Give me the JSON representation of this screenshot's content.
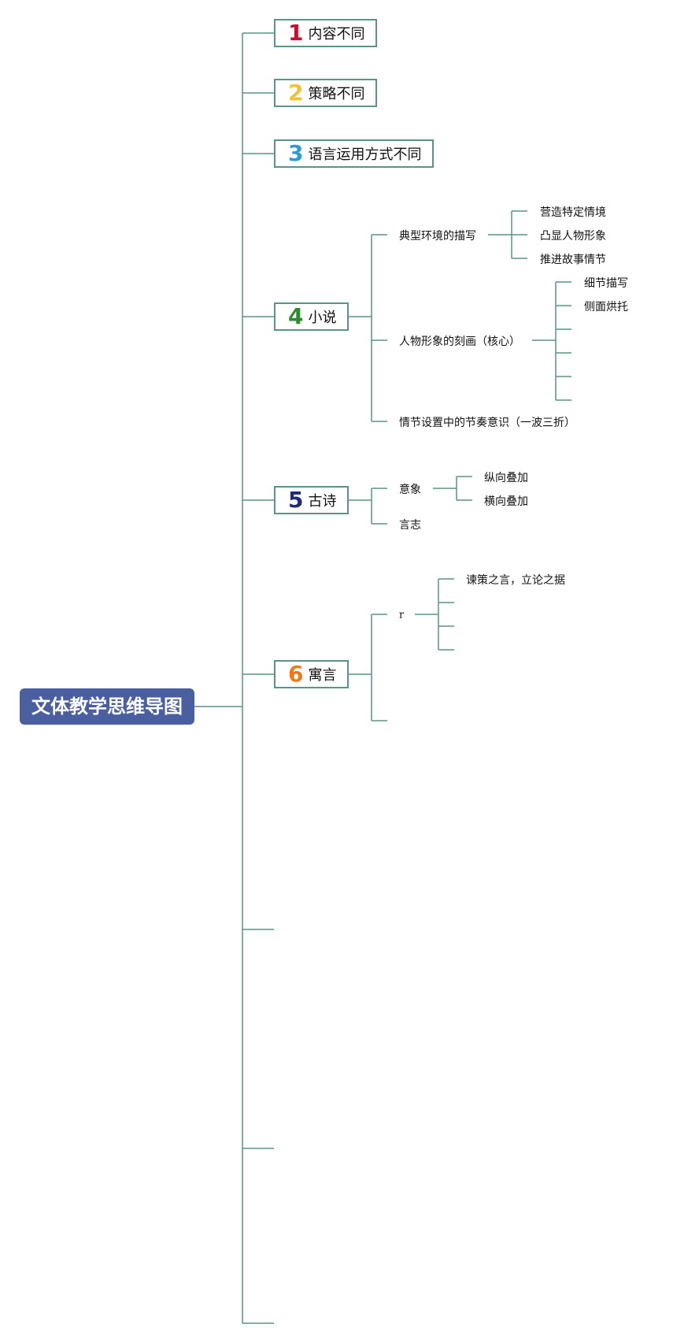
{
  "root": {
    "title": "文体教学思维导图"
  },
  "topics": [
    {
      "num": "1",
      "label": "内容不同",
      "num_color": "#c8102e"
    },
    {
      "num": "2",
      "label": "策略不同",
      "num_color": "#f2c230"
    },
    {
      "num": "3",
      "label": "语言运用方式不同",
      "num_color": "#2a9ad8"
    },
    {
      "num": "4",
      "label": "小说",
      "num_color": "#2e8b2e"
    },
    {
      "num": "5",
      "label": "古诗",
      "num_color": "#1e2a7a"
    },
    {
      "num": "6",
      "label": "寓言",
      "num_color": "#f07818"
    }
  ],
  "novel": {
    "environment": {
      "label": "典型环境的描写",
      "children": [
        "营造特定情境",
        "凸显人物形象",
        "推进故事情节"
      ]
    },
    "character": {
      "label": "人物形象的刻画（核心）",
      "children": [
        "细节描写",
        "侧面烘托"
      ]
    },
    "plot": {
      "label": "情节设置中的节奏意识（一波三折）"
    }
  },
  "poem": {
    "imagery": {
      "label": "意象",
      "children": [
        "纵向叠加",
        "横向叠加"
      ]
    },
    "aspiration": {
      "label": "言志"
    }
  },
  "fable": {
    "node": {
      "label": "r",
      "children": [
        "谏策之言，立论之据"
      ]
    }
  },
  "colors": {
    "line": "#5a9488",
    "root_bg": "#4a5fa0"
  }
}
